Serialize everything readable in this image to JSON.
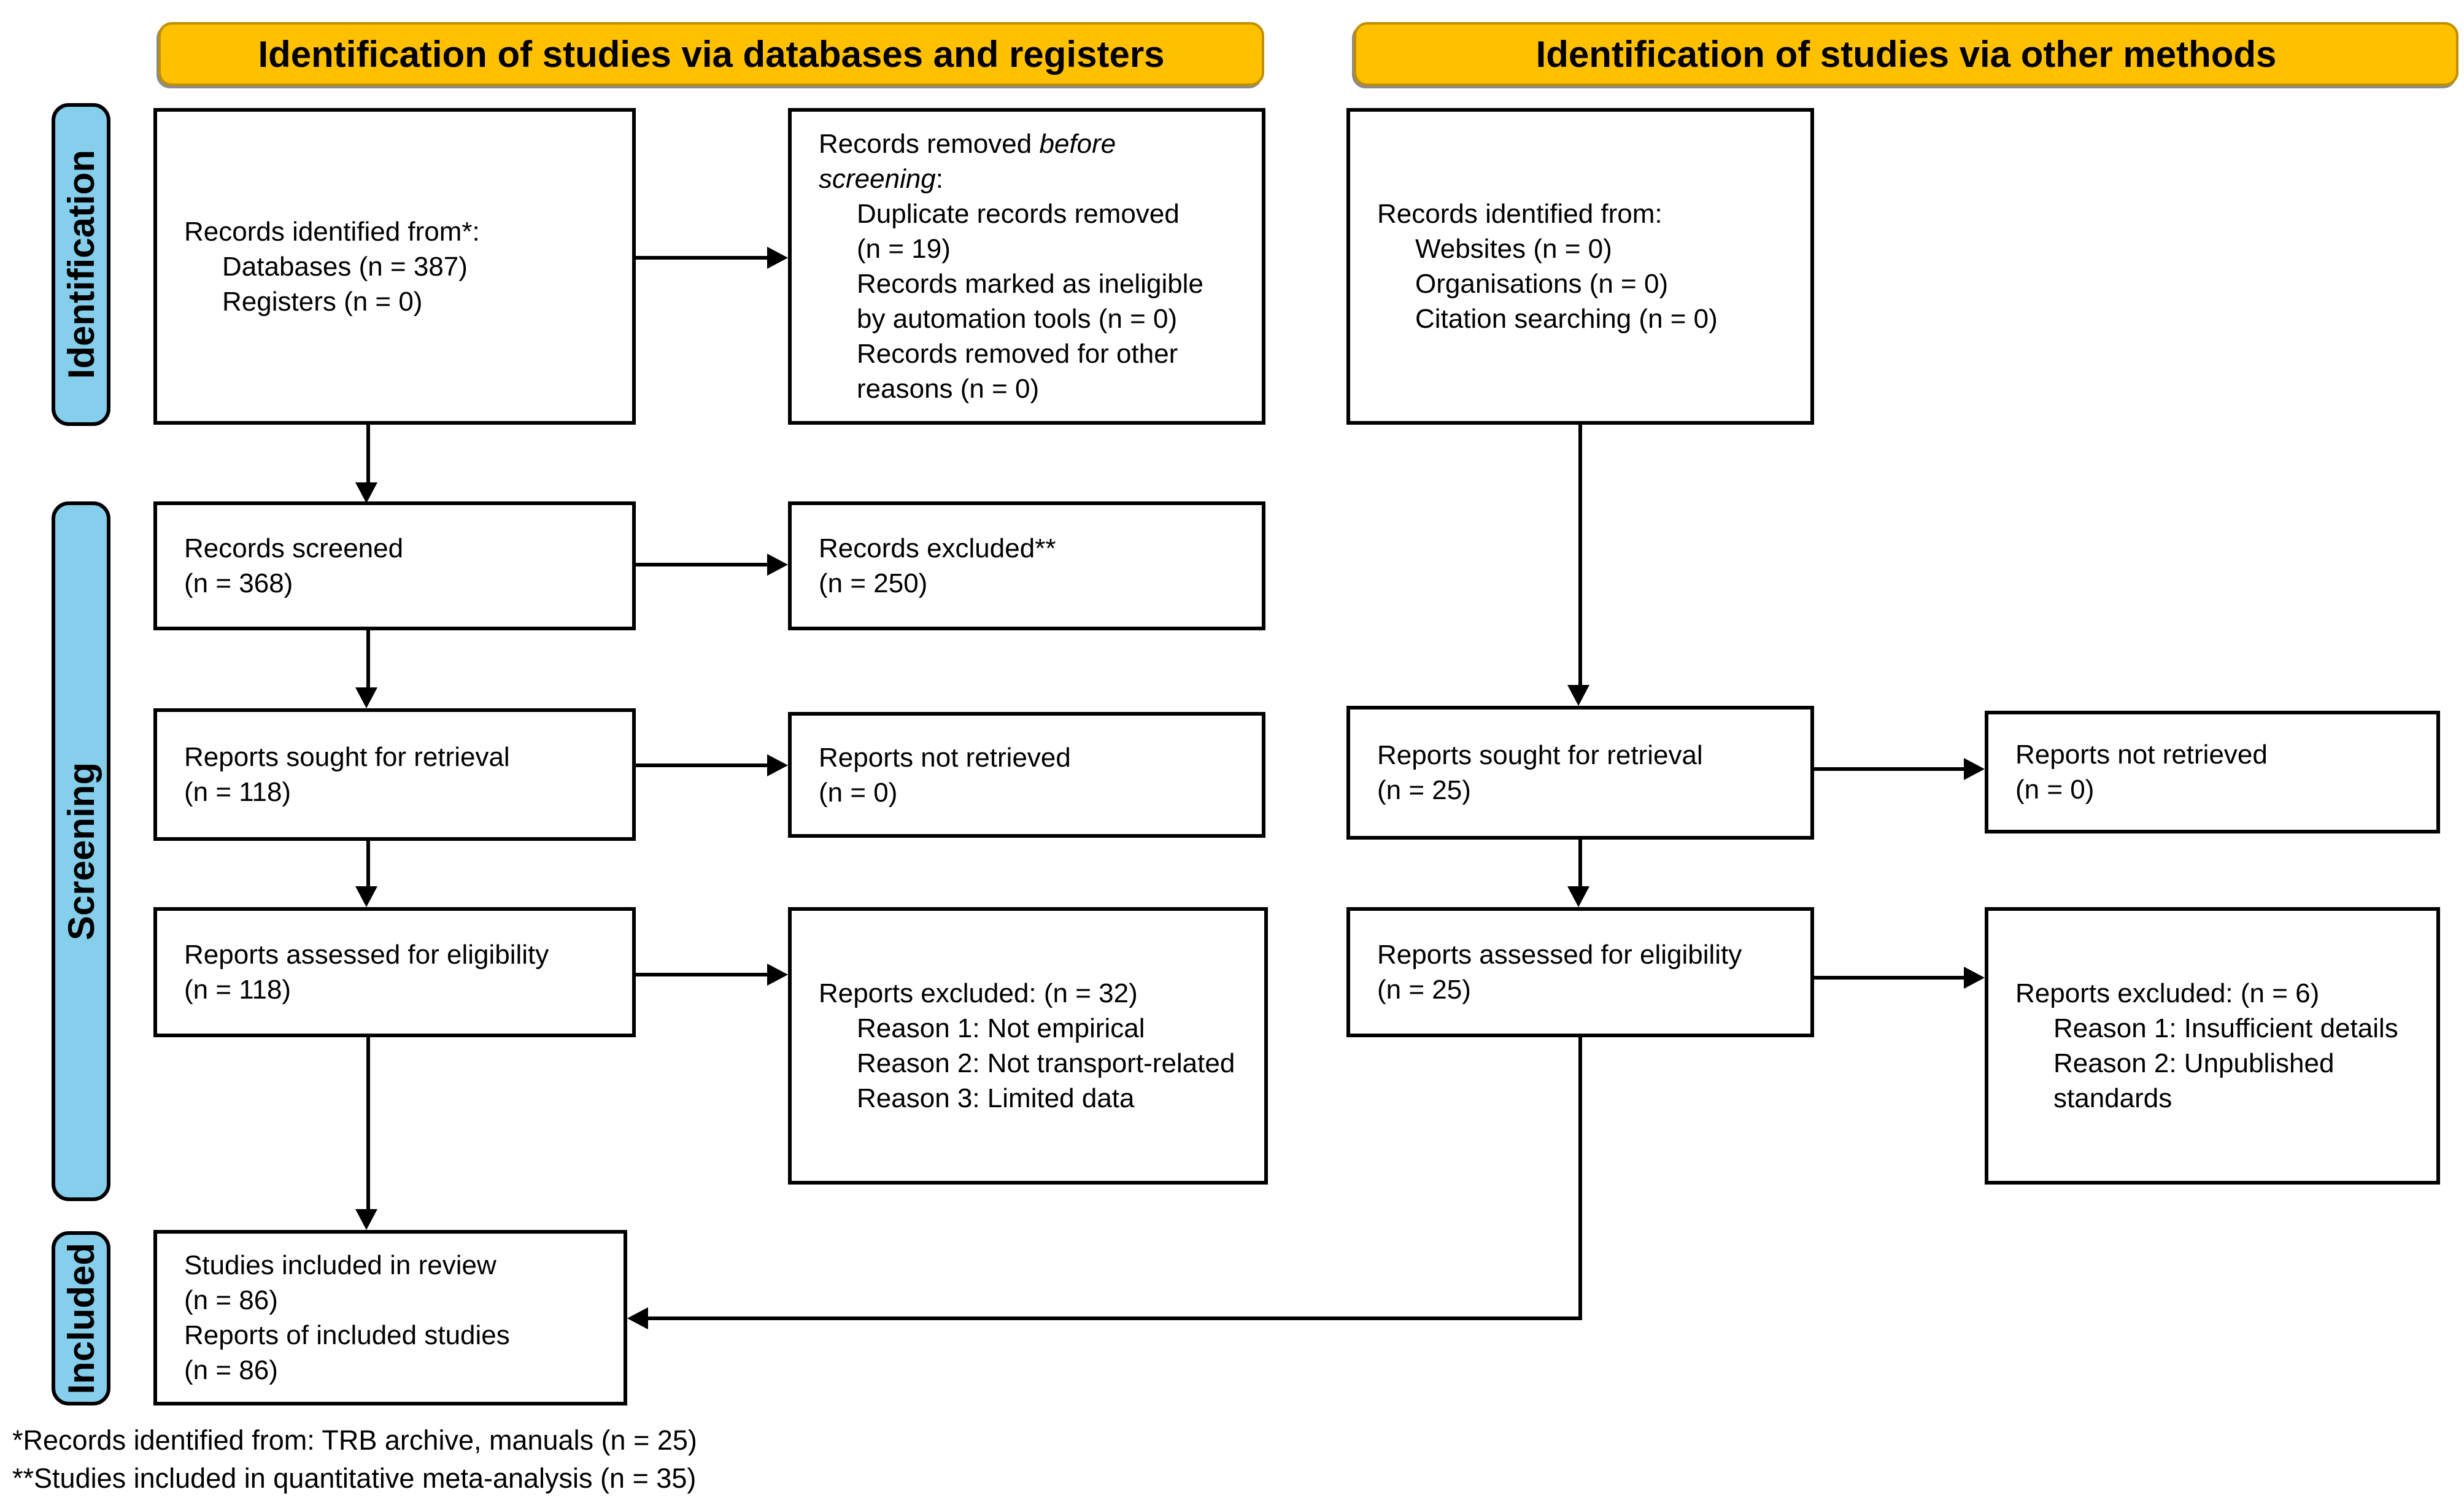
{
  "banners": {
    "left": "Identification of studies via databases and registers",
    "right": "Identification of studies via other methods"
  },
  "sidebars": {
    "identification": "Identification",
    "screening": "Screening",
    "included": "Included"
  },
  "boxes": {
    "records_identified_db": {
      "title": "Records identified from*:",
      "items": [
        "Databases (n = 387)",
        "Registers (n = 0)"
      ]
    },
    "records_removed": {
      "l1_regular": "Records removed ",
      "l1_italic": "before",
      "l2_italic": "screening",
      "l2_regular": ":",
      "items": [
        "Duplicate records removed",
        "(n = 19)",
        "Records marked as ineligible",
        "by automation tools (n = 0)",
        "Records removed for other",
        "reasons (n = 0)"
      ]
    },
    "records_identified_other": {
      "title": "Records identified from:",
      "items": [
        "Websites (n = 0)",
        "Organisations (n = 0)",
        "Citation searching (n = 0)"
      ]
    },
    "records_screened": {
      "lines": [
        "Records screened",
        "(n = 368)"
      ]
    },
    "records_excluded": {
      "lines": [
        "Records excluded**",
        "(n = 250)"
      ]
    },
    "reports_sought_db": {
      "lines": [
        "Reports sought for retrieval",
        "(n = 118)"
      ]
    },
    "reports_not_retrieved_db": {
      "lines": [
        "Reports not retrieved",
        "(n = 0)"
      ]
    },
    "reports_sought_other": {
      "lines": [
        "Reports sought for retrieval",
        "(n = 25)"
      ]
    },
    "reports_not_retrieved_other": {
      "lines": [
        "Reports not retrieved",
        "(n = 0)"
      ]
    },
    "reports_assessed_db": {
      "lines": [
        "Reports assessed for eligibility",
        "(n = 118)"
      ]
    },
    "reports_excluded_db": {
      "title": "Reports excluded: (n = 32)",
      "items": [
        "Reason 1: Not empirical",
        "Reason 2: Not transport-related",
        "Reason 3: Limited data"
      ]
    },
    "reports_assessed_other": {
      "lines": [
        "Reports assessed for eligibility",
        "(n = 25)"
      ]
    },
    "reports_excluded_other": {
      "title": "Reports excluded: (n = 6)",
      "items": [
        "Reason 1: Insufficient details",
        "Reason 2: Unpublished",
        "standards"
      ]
    },
    "studies_included": {
      "lines": [
        "Studies included in review",
        "(n = 86)",
        "Reports of included studies",
        "(n = 86)"
      ]
    }
  },
  "footnotes": [
    "*Records identified from: TRB archive, manuals (n = 25)",
    "**Studies included in quantitative meta-analysis (n = 35)"
  ],
  "colors": {
    "banner_fill": "#FFC000",
    "banner_border": "#BF8F00",
    "sidebar_fill": "#85CEEC",
    "box_border": "#000000",
    "background": "#FFFFFF"
  }
}
